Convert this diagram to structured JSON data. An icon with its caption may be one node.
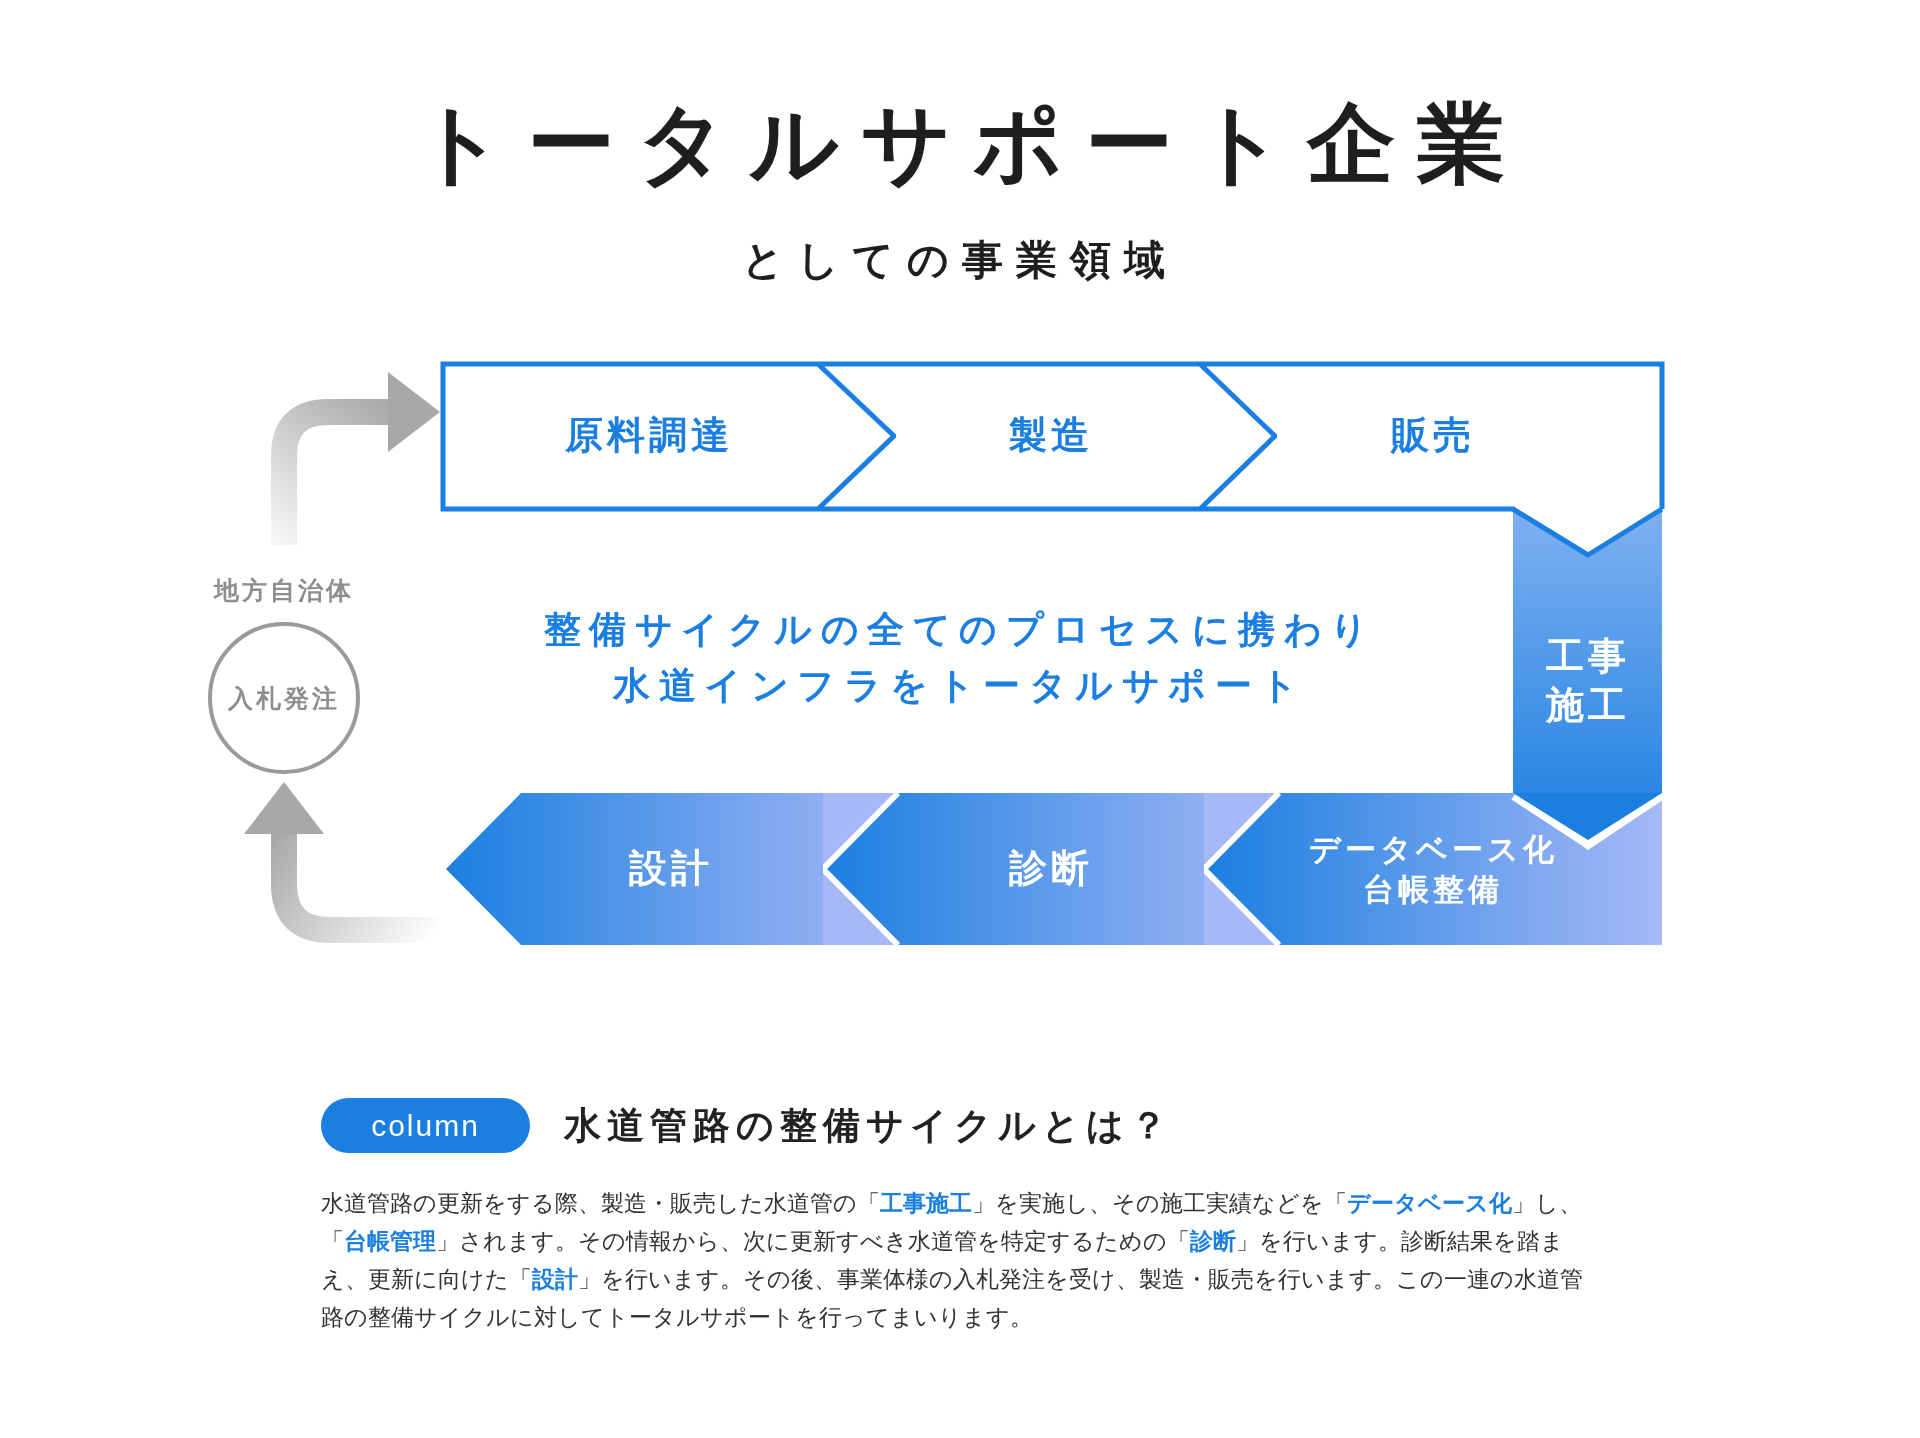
{
  "diagram": {
    "title": "トータルサポート企業",
    "nodes": [
      {
        "text": [
          "原料調達"
        ]
      },
      {
        "text": [
          "製造"
        ]
      },
      {
        "text": [
          "販売"
        ]
      },
      {
        "text": [
          "工事施工"
        ]
      },
      {
        "text": [
          "データベース化台帳整備"
        ]
      },
      {
        "text": [
          "診断"
        ]
      },
      {
        "text": [
          "設計"
        ]
      },
      {
        "text": [
          "地方自治体",
          "入札発注"
        ]
      }
    ],
    "edges": [
      {
        "from": 6,
        "to": 7,
        "arrow": "to"
      },
      {
        "from": 7,
        "to": 0,
        "arrow": "to"
      }
    ],
    "labels": [
      "としての事業領域",
      "整備サイクルの全てのプロセスに携わり水道インフラをトータルサポート",
      "column",
      "水道管路の整備サイクルとは？",
      "水道管路の更新をする際、製造・販売した水道管の「**工事施工**」を実施し、その施工実績などを「**データベース化**」し、「**台帳管理**」されます。その情報から、次に更新すべき水道管を特定するための「**診断**」を行います。診断結果を踏まえ、更新に向けた「**設計**」を行います。その後、事業体様の入札発注を受け、製造・販売を行います。この一連の水道管路の整備サイクルに対してトータルサポートを行ってまいります。"
    ]
  }
}
